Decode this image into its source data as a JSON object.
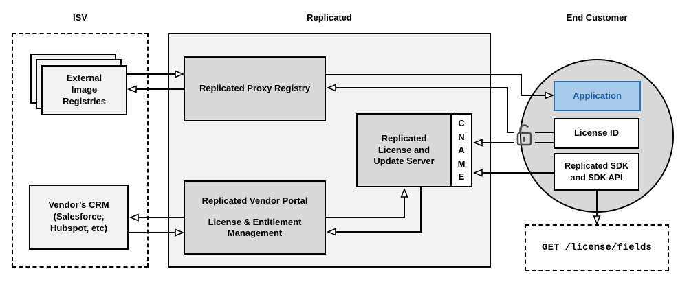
{
  "diagram": {
    "sections": {
      "isv": "ISV",
      "replicated": "Replicated",
      "end_customer": "End Customer"
    },
    "nodes": {
      "external_image_registries": "External\nImage\nRegistries",
      "vendors_crm": "Vendor’s CRM\n(Salesforce,\nHubspot, etc)",
      "proxy_registry": "Replicated Proxy Registry",
      "license_update_server": "Replicated\nLicense and\nUpdate Server",
      "cname_stacked": "C\nN\nA\nM\nE",
      "vendor_portal_title": "Replicated Vendor Portal",
      "vendor_portal_subtitle": "License & Entitlement\nManagement",
      "application": "Application",
      "license_id": "License ID",
      "sdk": "Replicated SDK\nand SDK API",
      "get_request": "GET /license/fields"
    },
    "icons": {
      "lock": "unlock-icon"
    },
    "colors": {
      "region_fill": "#F2F2F2",
      "node_fill": "#D9D9D9",
      "light_fill": "#F2F2F2",
      "white_fill": "#FFFFFF",
      "application_fill": "#A9CBEA",
      "application_border": "#2E75B6",
      "application_text": "#1B5EA8",
      "line": "#000000"
    }
  }
}
